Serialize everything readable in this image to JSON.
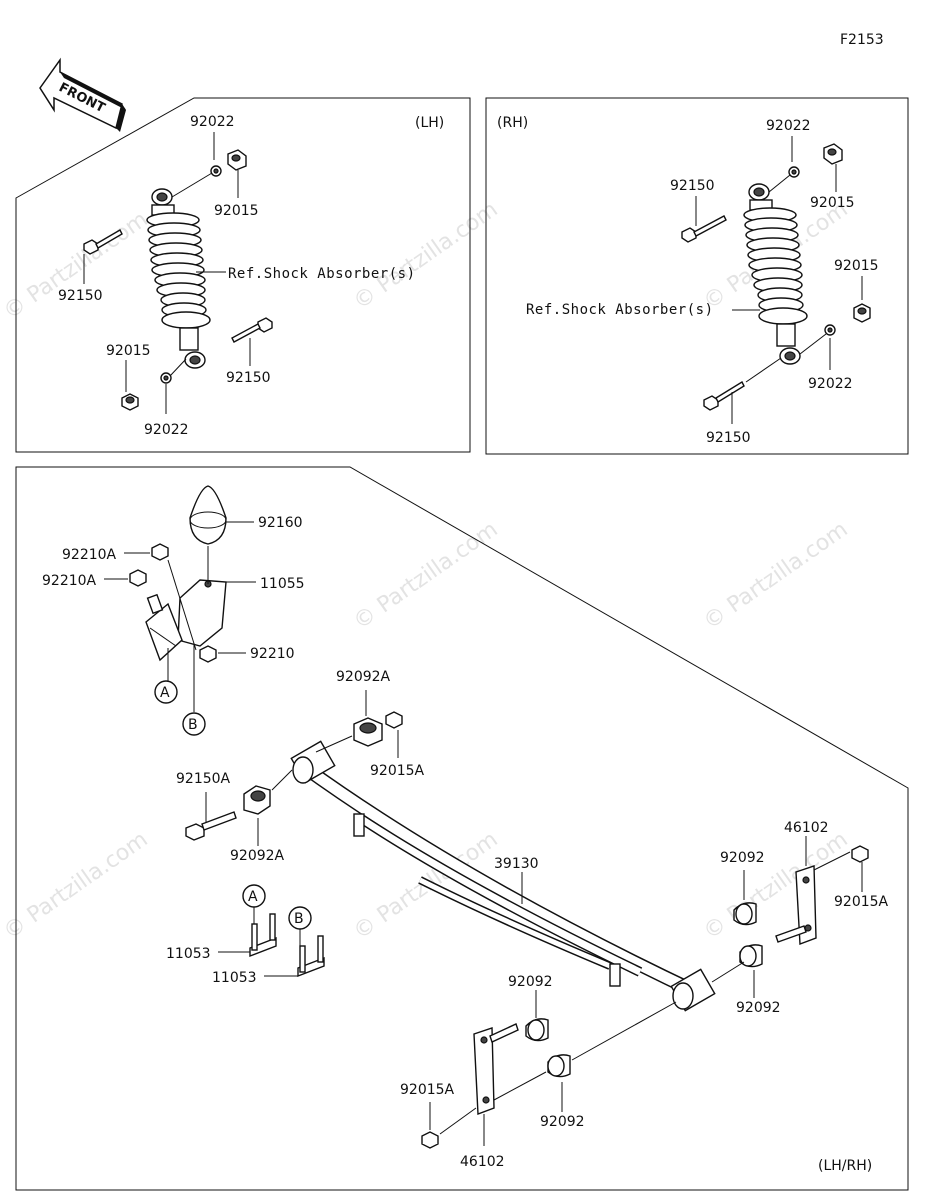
{
  "figure_code": "F2153",
  "front_arrow_label": "FRONT",
  "watermark": "© Partzilla.com",
  "panels": {
    "lh": {
      "side_label": "(LH)"
    },
    "rh": {
      "side_label": "(RH)"
    },
    "spring": {
      "side_label": "(LH/RH)"
    }
  },
  "labels": {
    "lh_92022_top": "92022",
    "lh_92015_top": "92015",
    "lh_92150_left": "92150",
    "lh_ref": "Ref.Shock Absorber(s)",
    "lh_92015_bottom": "92015",
    "lh_92150_bottom": "92150",
    "lh_92022_bottom": "92022",
    "rh_92022_top": "92022",
    "rh_92150_top": "92150",
    "rh_92015_top": "92015",
    "rh_92015_mid": "92015",
    "rh_ref": "Ref.Shock Absorber(s)",
    "rh_92022_bottom": "92022",
    "rh_92150_bottom": "92150",
    "b_92160": "92160",
    "b_92210a_1": "92210A",
    "b_92210a_2": "92210A",
    "b_11055": "11055",
    "b_92210": "92210",
    "circle_a": "A",
    "circle_b": "B",
    "s_92092a_top": "92092A",
    "s_92015a_top": "92015A",
    "s_92150a": "92150A",
    "s_92092a_left": "92092A",
    "s_39130": "39130",
    "s_46102_right": "46102",
    "s_92092_right_top": "92092",
    "s_92015a_right": "92015A",
    "s_92092_right_bottom": "92092",
    "u_a": "A",
    "u_b": "B",
    "s_11053_1": "11053",
    "s_11053_2": "11053",
    "s_92092_mid_top": "92092",
    "s_92015a_left": "92015A",
    "s_92092_mid_bottom": "92092",
    "s_46102_bottom": "46102"
  }
}
